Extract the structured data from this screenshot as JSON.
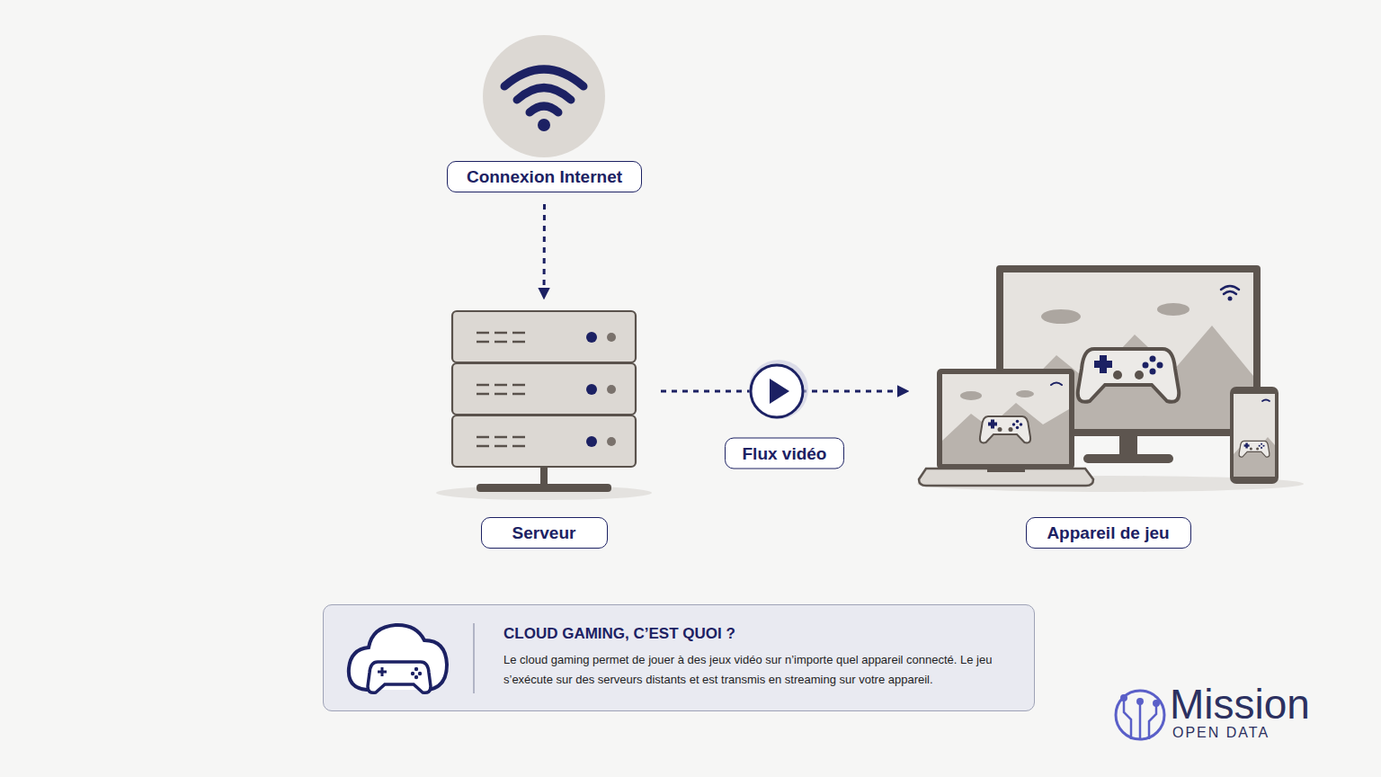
{
  "diagram": {
    "nodes": [
      {
        "text": [
          "Connexion Internet"
        ]
      },
      {
        "text": [
          "Serveur"
        ]
      },
      {
        "text": [
          "Appareil de jeu"
        ]
      },
      {
        "text": [
          "CLOUD GAMING, C’EST QUOI ?",
          "Le cloud gaming permet de jouer à des jeux vidéo sur n’importe quel appareil connecté. Le jeu s’exécute sur des serveurs distants et est transmis en streaming sur votre appareil."
        ]
      }
    ],
    "edges": [
      {
        "from": 0,
        "to": 1,
        "arrow": "to"
      },
      {
        "from": 1,
        "to": 2,
        "label": "Flux vidéo",
        "arrow": "to"
      }
    ],
    "labels": [
      "Mission",
      "OPEN DATA"
    ]
  }
}
